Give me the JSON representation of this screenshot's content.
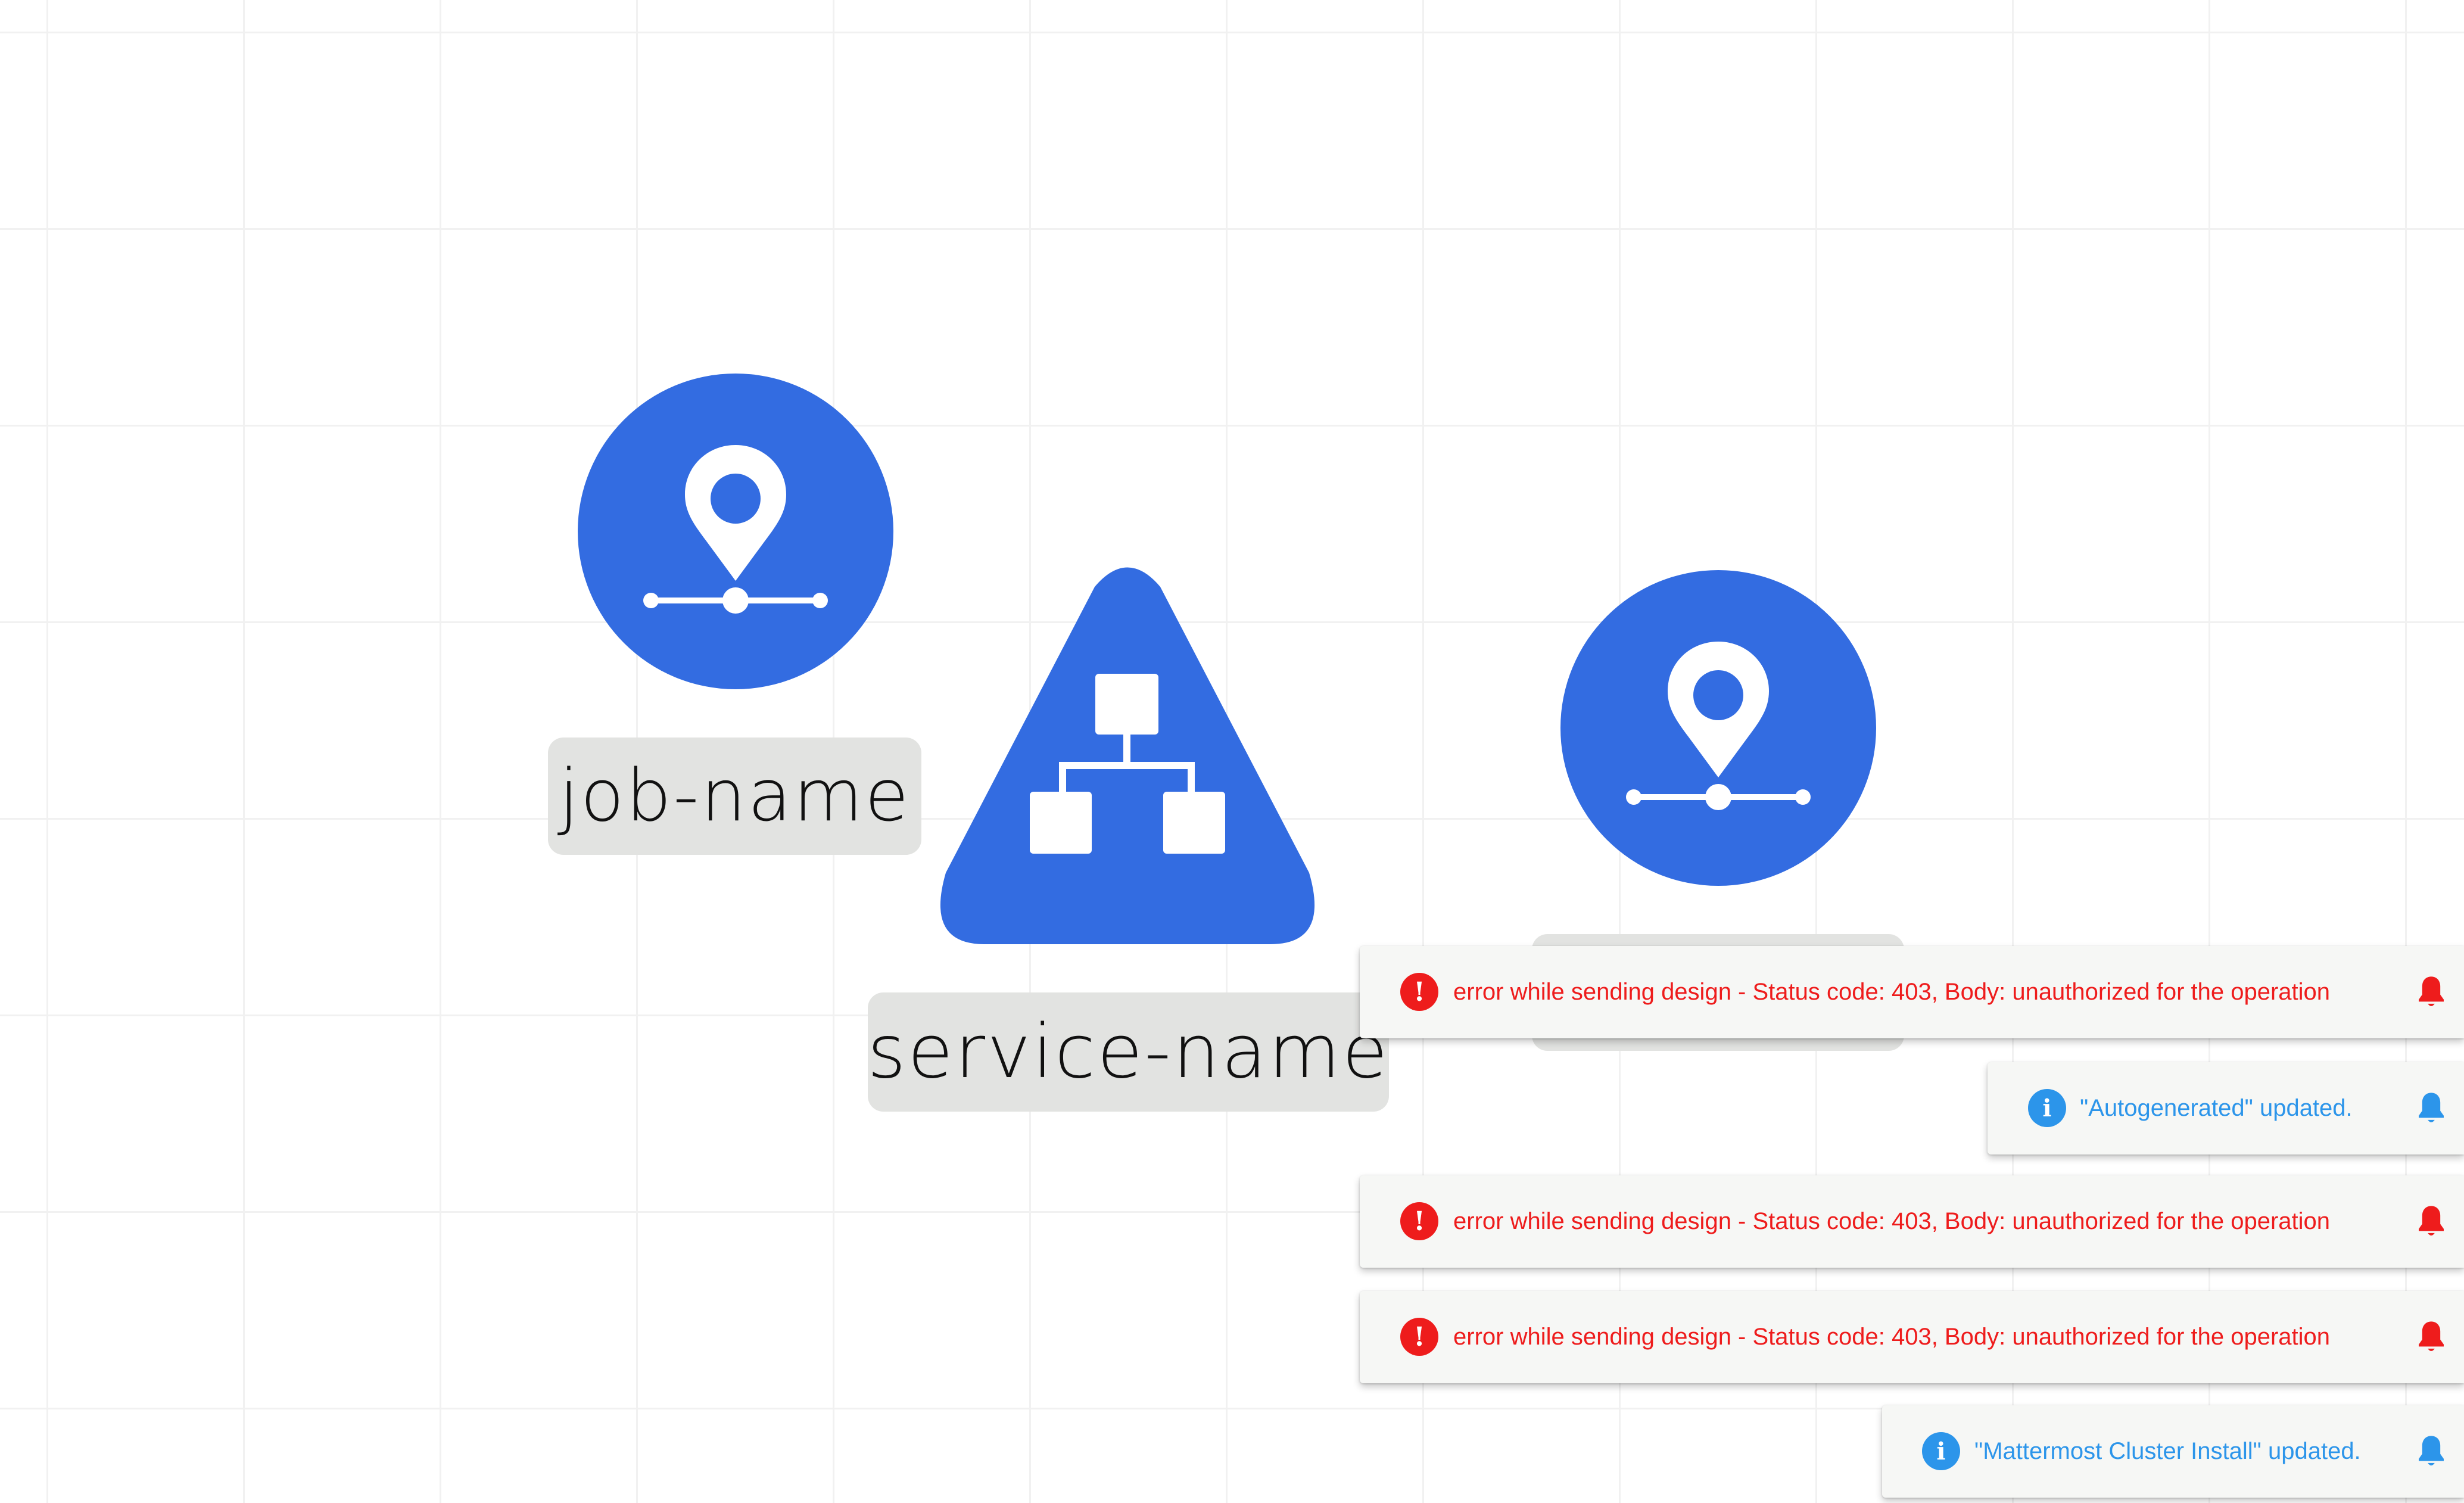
{
  "nodes": [
    {
      "kind": "circle",
      "icon": "location-pin-network-icon",
      "label": "job-name",
      "color": "#336ce1"
    },
    {
      "kind": "triangle",
      "icon": "hierarchy-network-icon",
      "label": "service-name",
      "color": "#336ce1"
    },
    {
      "kind": "circle",
      "icon": "location-pin-network-icon",
      "label": "",
      "color": "#336ce1"
    }
  ],
  "notifications": [
    {
      "type": "error",
      "icon": "error-icon",
      "message": "error while sending design - Status code: 403, Body: unauthorized for the operation",
      "bell": "bell-icon",
      "color": "#ee1c1c"
    },
    {
      "type": "info",
      "icon": "info-icon",
      "message": "\"Autogenerated\" updated.",
      "bell": "bell-icon",
      "color": "#2c95ea"
    },
    {
      "type": "error",
      "icon": "error-icon",
      "message": "error while sending design - Status code: 403, Body: unauthorized for the operation",
      "bell": "bell-icon",
      "color": "#ee1c1c"
    },
    {
      "type": "error",
      "icon": "error-icon",
      "message": "error while sending design - Status code: 403, Body: unauthorized for the operation",
      "bell": "bell-icon",
      "color": "#ee1c1c"
    },
    {
      "type": "info",
      "icon": "info-icon",
      "message": "\"Mattermost Cluster Install\" updated.",
      "bell": "bell-icon",
      "color": "#2c95ea"
    }
  ]
}
